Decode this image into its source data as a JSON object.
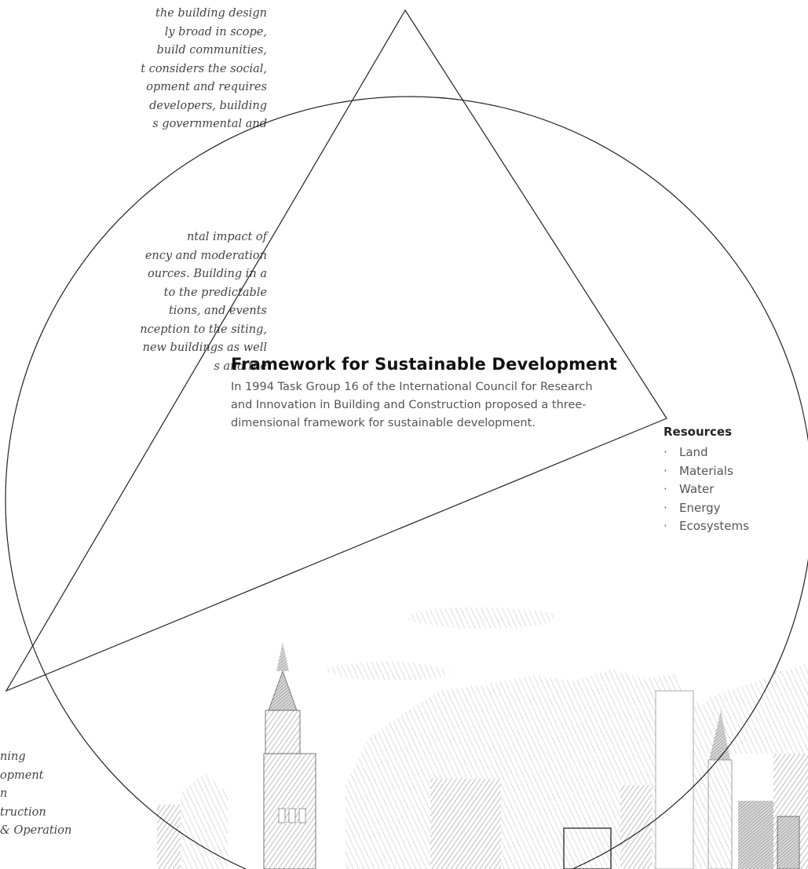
{
  "left_paragraph_1": [
    "the building design",
    "ly broad in scope,",
    "build communities,",
    "t considers the social,",
    "opment and requires",
    "developers, building",
    "s governmental and"
  ],
  "left_paragraph_2": [
    "ntal impact of",
    "ency and moderation",
    "ources. Building in a",
    "to the predictable",
    "tions, and events",
    "nception to the siting,",
    "new buildings as well",
    "s and the"
  ],
  "bottom_list": [
    "ning",
    "opment",
    "n",
    "truction",
    "& Operation"
  ],
  "framework": {
    "title": "Framework for Sustainable Development",
    "description_lines": [
      "In 1994 Task Group 16 of the International Council for Research",
      "and Innovation in Building and Construction proposed a three-",
      "dimensional framework for sustainable development."
    ]
  },
  "resources": {
    "heading": "Resources",
    "bullet": "·",
    "items": [
      "Land",
      "Materials",
      "Water",
      "Energy",
      "Ecosystems"
    ]
  },
  "illustration": {
    "subject": "pencil-sketch-city-skyline",
    "tone": "#9a9a9a"
  }
}
